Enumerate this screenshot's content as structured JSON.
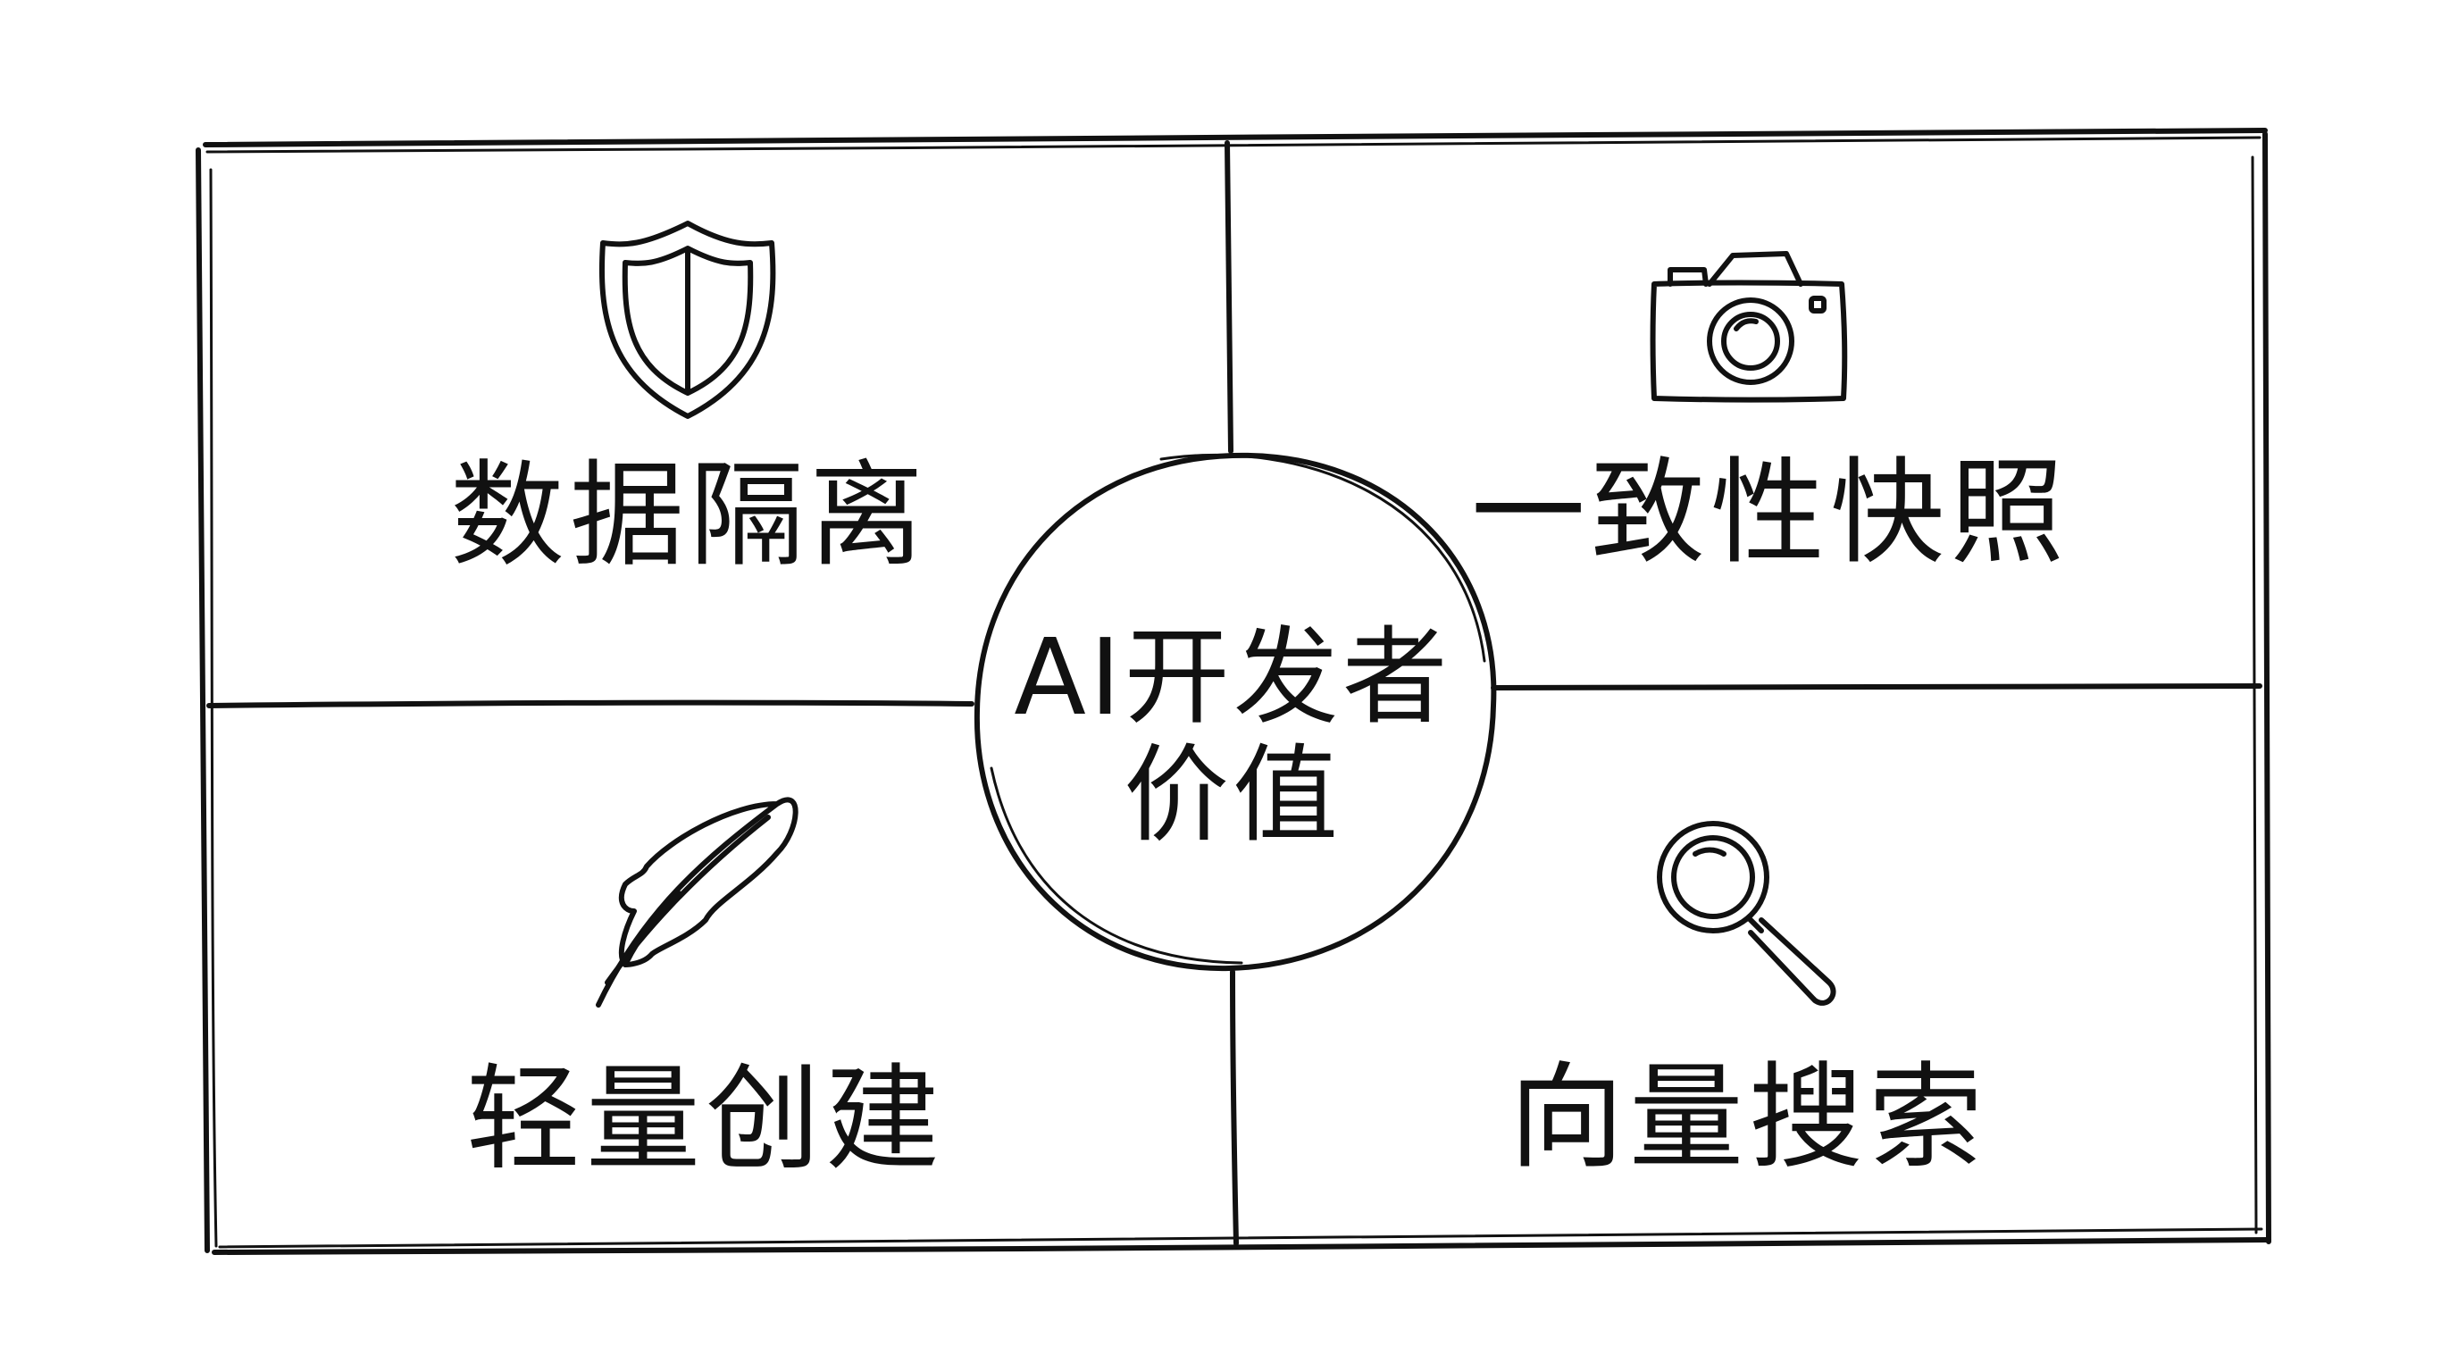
{
  "center": {
    "line1": "AI开发者",
    "line2": "价值"
  },
  "quadrants": {
    "top_left": {
      "label": "数据隔离",
      "icon": "shield-icon"
    },
    "top_right": {
      "label": "一致性快照",
      "icon": "camera-icon"
    },
    "bottom_left": {
      "label": "轻量创建",
      "icon": "feather-icon"
    },
    "bottom_right": {
      "label": "向量搜索",
      "icon": "magnifier-icon"
    }
  },
  "colors": {
    "ink": "#111111",
    "background": "#ffffff"
  }
}
